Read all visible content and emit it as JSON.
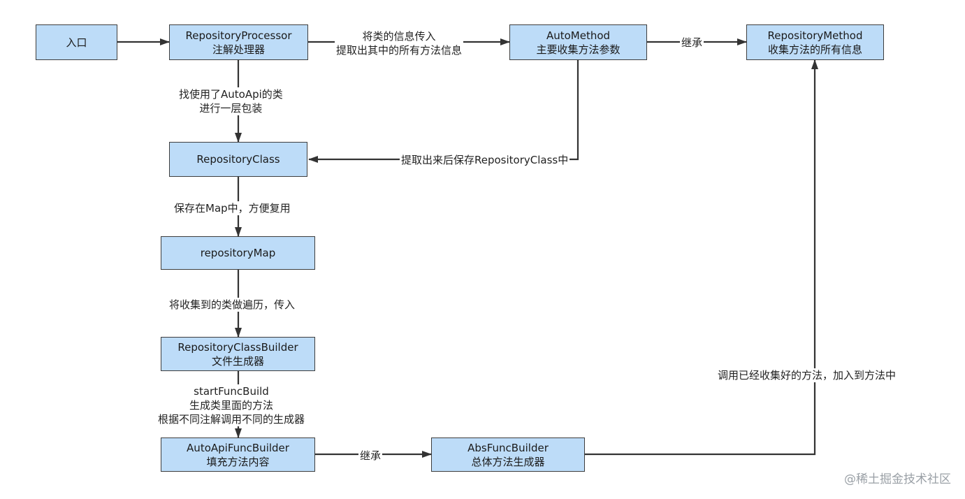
{
  "nodes": {
    "entry": "入口",
    "repository_processor": {
      "line1": "RepositoryProcessor",
      "line2": "注解处理器"
    },
    "auto_method": {
      "line1": "AutoMethod",
      "line2": "主要收集方法参数"
    },
    "repository_method": {
      "line1": "RepositoryMethod",
      "line2": "收集方法的所有信息"
    },
    "repository_class": "RepositoryClass",
    "repository_map": "repositoryMap",
    "repository_class_builder": {
      "line1": "RepositoryClassBuilder",
      "line2": "文件生成器"
    },
    "auto_api_func_builder": {
      "line1": "AutoApiFuncBuilder",
      "line2": "填充方法内容"
    },
    "abs_func_builder": {
      "line1": "AbsFuncBuilder",
      "line2": "总体方法生成器"
    }
  },
  "edges": {
    "processor_to_automethod": {
      "line1": "将类的信息传入",
      "line2": "提取出其中的所有方法信息"
    },
    "automethod_to_repomethod": "继承",
    "processor_to_repoclass": {
      "line1": "找使用了AutoApi的类",
      "line2": "进行一层包装"
    },
    "automethod_to_repoclass": "提取出来后保存RepositoryClass中",
    "repoclass_to_map": "保存在Map中，方便复用",
    "map_to_builder": "将收集到的类做遍历，传入",
    "builder_to_autoapi": {
      "line1": "startFuncBuild",
      "line2": "生成类里面的方法",
      "line3": "根据不同注解调用不同的生成器"
    },
    "autoapi_to_abs": "继承",
    "abs_to_repomethod": "调用已经收集好的方法，加入到方法中"
  },
  "watermark": "@稀土掘金技术社区",
  "colors": {
    "node_fill": "#bddcf8",
    "node_border": "#3d3d3d",
    "line": "#333333"
  }
}
